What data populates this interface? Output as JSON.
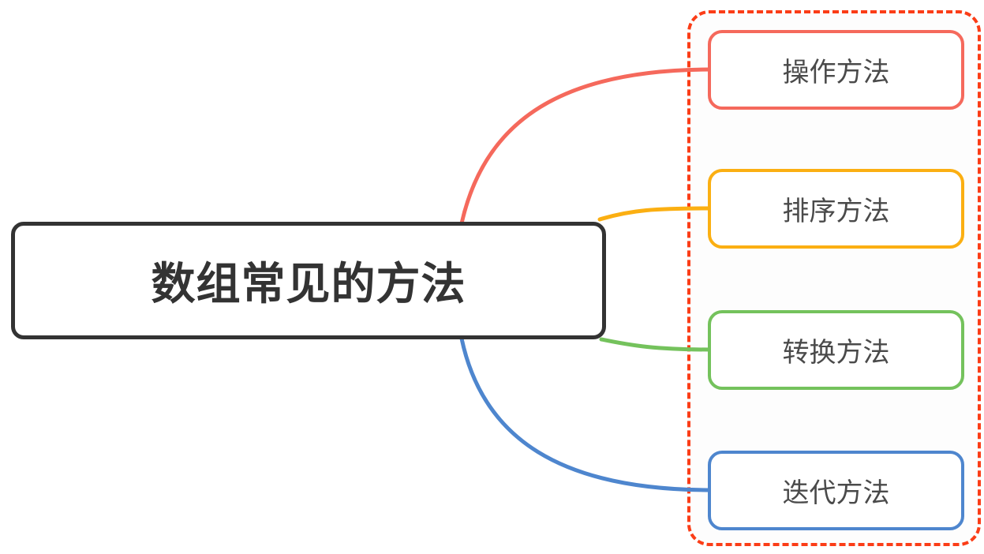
{
  "diagram": {
    "type": "mindmap",
    "root": {
      "label": "数组常见的方法",
      "border_color": "#333333",
      "text_color": "#333333"
    },
    "children": [
      {
        "label": "操作方法",
        "color": "#f5695c"
      },
      {
        "label": "排序方法",
        "color": "#fbaf12"
      },
      {
        "label": "转换方法",
        "color": "#74c25c"
      },
      {
        "label": "迭代方法",
        "color": "#4e86ce"
      }
    ],
    "group_outline": {
      "color": "#fb3d17",
      "style": "dashed"
    },
    "child_text_color": "#4a4a4a",
    "background_color": "#ffffff"
  }
}
